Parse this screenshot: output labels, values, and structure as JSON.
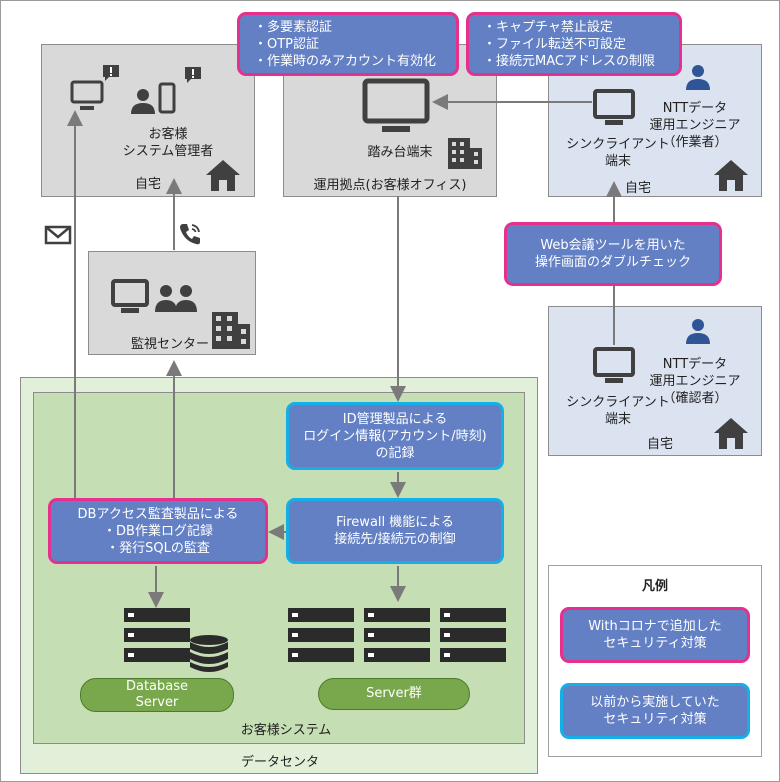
{
  "zones": {
    "home_customer": "自宅",
    "ops_base": "運用拠点(お客様オフィス)",
    "home_operator": "自宅",
    "home_approver": "自宅",
    "monitoring_center": "監視センター",
    "customer_system": "お客様システム",
    "data_center": "データセンタ"
  },
  "actors": {
    "customer_admin": [
      "お客様",
      "システム管理者"
    ],
    "jump_terminal": "踏み台端末",
    "operator_role": [
      "NTTデータ",
      "運用エンジニア",
      "（作業者）"
    ],
    "operator_terminal": [
      "シンクライアント",
      "端末"
    ],
    "approver_role": [
      "NTTデータ",
      "運用エンジニア",
      "（確認者）"
    ],
    "approver_terminal": [
      "シンクライアント",
      "端末"
    ]
  },
  "callouts": {
    "auth": [
      "・多要素認証",
      "・OTP認証",
      "・作業時のみアカウント有効化"
    ],
    "thin_client": [
      "・キャプチャ禁止設定",
      "・ファイル転送不可設定",
      "・接続元MACアドレスの制限"
    ],
    "web_meeting": [
      "Web会議ツールを用いた",
      "操作画面のダブルチェック"
    ],
    "id_mgmt": [
      "ID管理製品による",
      "ログイン情報(アカウント/時刻)",
      "の記録"
    ],
    "firewall": [
      "Firewall 機能による",
      "接続先/接続元の制御"
    ],
    "db_audit": [
      "DBアクセス監査製品による",
      "・DB作業ログ記録",
      "・発行SQLの監査"
    ]
  },
  "servers": {
    "database": [
      "Database",
      "Server"
    ],
    "group": "Server群"
  },
  "legend": {
    "title": "凡例",
    "new_measures": [
      "Withコロナで追加した",
      "セキュリティ対策"
    ],
    "existing_measures": [
      "以前から実施していた",
      "セキュリティ対策"
    ]
  },
  "colors": {
    "callout_fill": "#6380c4",
    "added_border": "#e6308e",
    "existing_border": "#16aee6",
    "icon": "#404040",
    "person_blue": "#2f5597"
  },
  "icons": [
    "monitor-icon",
    "alert-badge-icon",
    "person-icon",
    "smartphone-icon",
    "house-icon",
    "building-icon",
    "group-icon",
    "phone-icon",
    "mail-icon",
    "server-rack-icon",
    "database-icon"
  ]
}
